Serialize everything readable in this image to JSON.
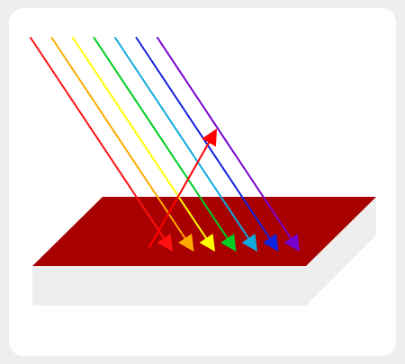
{
  "colors": {
    "background": "#eeeeee",
    "card": "#ffffff",
    "slab_top": "#a80000",
    "slab_side": "#eeeeee",
    "reflected_ray": "#ff0000"
  },
  "incident_rays": [
    {
      "name": "red",
      "color": "#ff1111"
    },
    {
      "name": "orange",
      "color": "#ffaa00"
    },
    {
      "name": "yellow",
      "color": "#ffff00"
    },
    {
      "name": "green",
      "color": "#00cc22"
    },
    {
      "name": "cyan",
      "color": "#11aadd"
    },
    {
      "name": "blue",
      "color": "#1122dd"
    },
    {
      "name": "violet",
      "color": "#7700cc"
    }
  ]
}
